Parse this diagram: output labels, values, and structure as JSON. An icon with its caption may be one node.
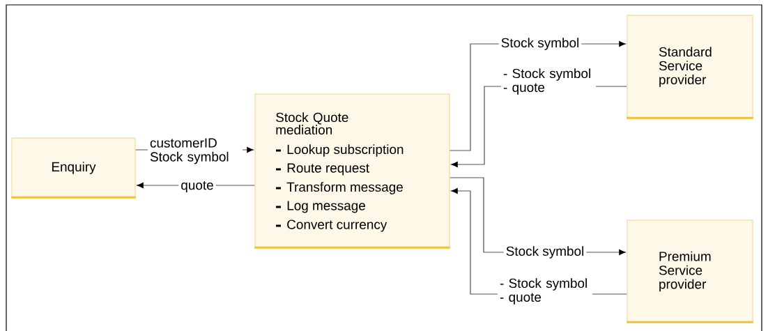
{
  "diagram": {
    "nodes": [
      {
        "text": [
          "Enquiry"
        ]
      },
      {
        "text": [
          "Stock Quote mediation",
          "Lookup subscription",
          "Route request",
          "Transform message",
          "Log message",
          "Convert currency"
        ]
      },
      {
        "text": [
          "Standard Service provider"
        ]
      },
      {
        "text": [
          "Premium Service provider"
        ]
      }
    ],
    "edges": [
      {
        "from": 0,
        "to": 1,
        "arrow": "to",
        "label": "customerID Stock symbol"
      },
      {
        "from": 1,
        "to": 0,
        "arrow": "to",
        "label": "quote"
      },
      {
        "from": 1,
        "to": 2,
        "arrow": "to",
        "label": "Stock symbol"
      },
      {
        "from": 2,
        "to": 1,
        "arrow": "to",
        "label": "- Stock symbol - quote"
      },
      {
        "from": 1,
        "to": 3,
        "arrow": "to",
        "label": "Stock symbol"
      },
      {
        "from": 3,
        "to": 1,
        "arrow": "to",
        "label": "- Stock symbol - quote"
      }
    ]
  }
}
